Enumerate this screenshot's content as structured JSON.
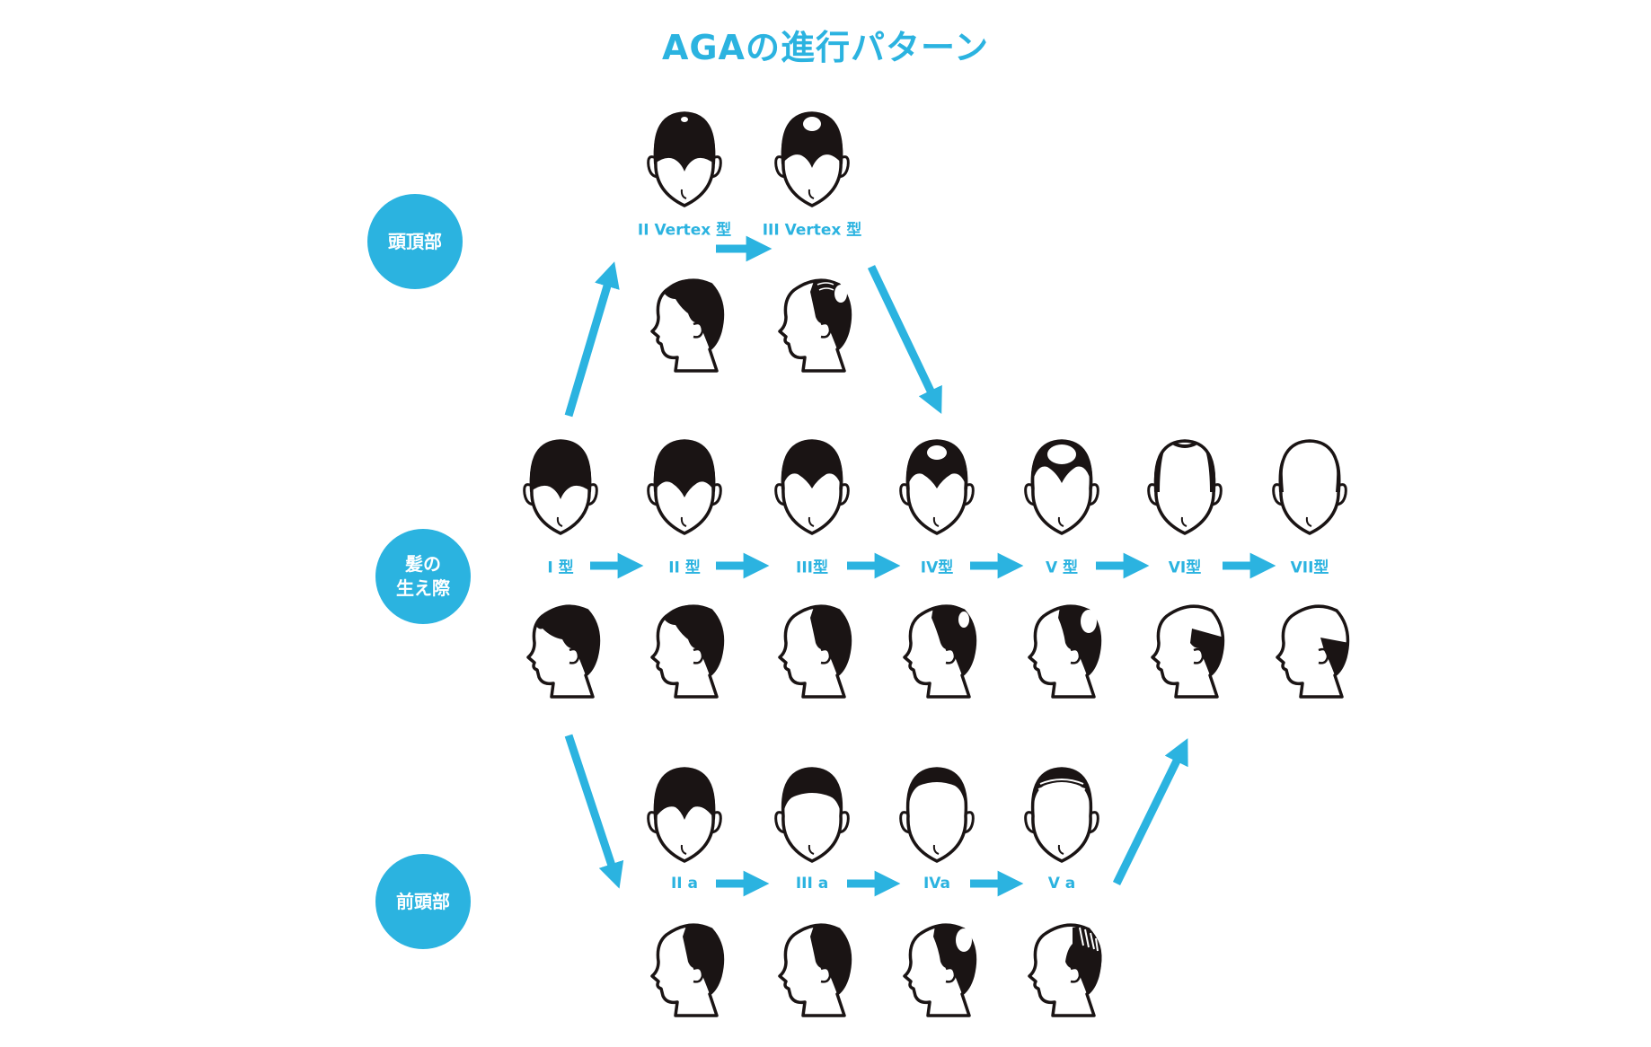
{
  "title": "AGAの進行パターン",
  "categories": {
    "vertex": "頭頂部",
    "hairline": "髪の\n生え際",
    "frontal": "前頭部"
  },
  "vertex_row": {
    "labels": [
      "II Vertex 型",
      "III Vertex 型"
    ]
  },
  "hairline_row": {
    "labels": [
      "I 型",
      "II 型",
      "III型",
      "IV型",
      "V 型",
      "VI型",
      "VII型"
    ]
  },
  "frontal_row": {
    "labels": [
      "II a",
      "III a",
      "IVa",
      "V a"
    ]
  },
  "colors": {
    "accent": "#2bb3e0",
    "ink": "#1a1414"
  }
}
